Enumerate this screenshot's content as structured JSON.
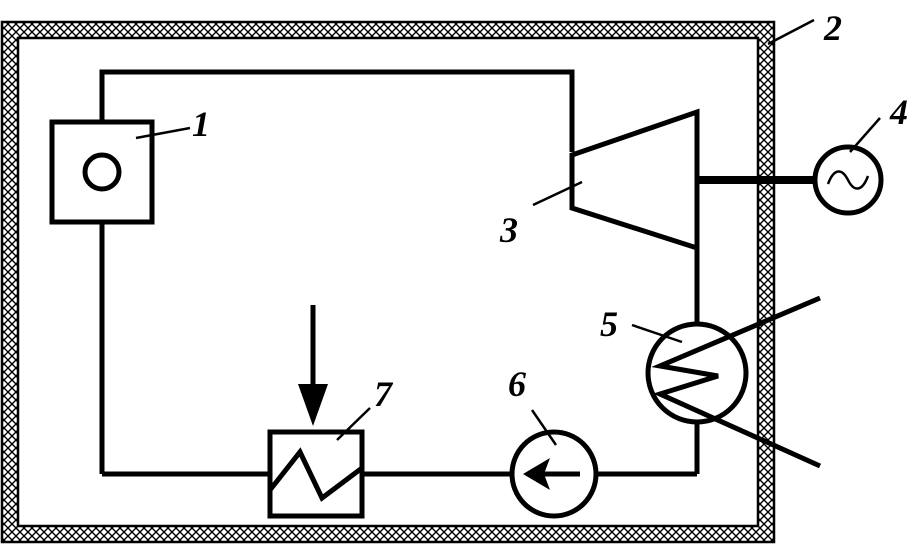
{
  "colors": {
    "stroke": "#000000",
    "background": "#ffffff"
  },
  "labels": {
    "steam_generator": "1",
    "containment": "2",
    "turbine": "3",
    "generator": "4",
    "condenser": "5",
    "pump": "6",
    "heater": "7"
  }
}
